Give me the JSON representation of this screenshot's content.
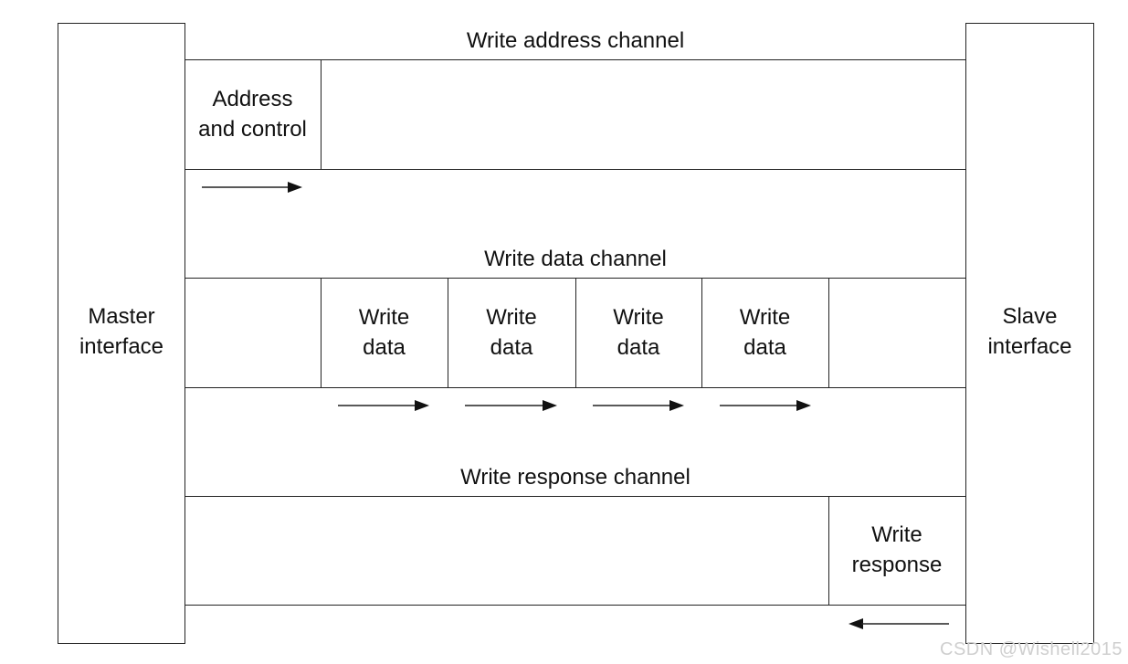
{
  "master": {
    "label": "Master\ninterface"
  },
  "slave": {
    "label": "Slave\ninterface"
  },
  "write_address_channel": {
    "title": "Write address channel",
    "cells": [
      {
        "label": "Address\nand control"
      }
    ],
    "direction": "master-to-slave"
  },
  "write_data_channel": {
    "title": "Write data channel",
    "cells": [
      {
        "label": "Write\ndata"
      },
      {
        "label": "Write\ndata"
      },
      {
        "label": "Write\ndata"
      },
      {
        "label": "Write\ndata"
      }
    ],
    "direction": "master-to-slave"
  },
  "write_response_channel": {
    "title": "Write response channel",
    "cells": [
      {
        "label": "Write\nresponse"
      }
    ],
    "direction": "slave-to-master"
  },
  "watermark": "CSDN @Wishell2015",
  "colors": {
    "line": "#222222",
    "text": "#111111",
    "watermark": "#cfcfcf"
  }
}
